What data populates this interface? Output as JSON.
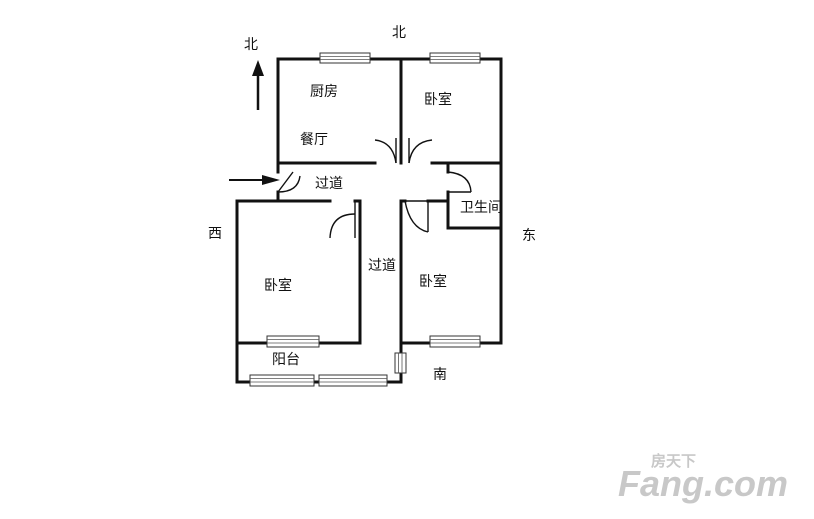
{
  "compass": {
    "north_marker": "北",
    "north": "北",
    "south": "南",
    "east": "东",
    "west": "西"
  },
  "rooms": {
    "kitchen": "厨房",
    "dining": "餐厅",
    "bedroom_north": "卧室",
    "corridor_top": "过道",
    "bathroom": "卫生间",
    "corridor_mid": "过道",
    "bedroom_west": "卧室",
    "bedroom_south": "卧室",
    "balcony": "阳台"
  },
  "watermark": {
    "brand": "Fang.com",
    "brand_cn": "房天下"
  }
}
